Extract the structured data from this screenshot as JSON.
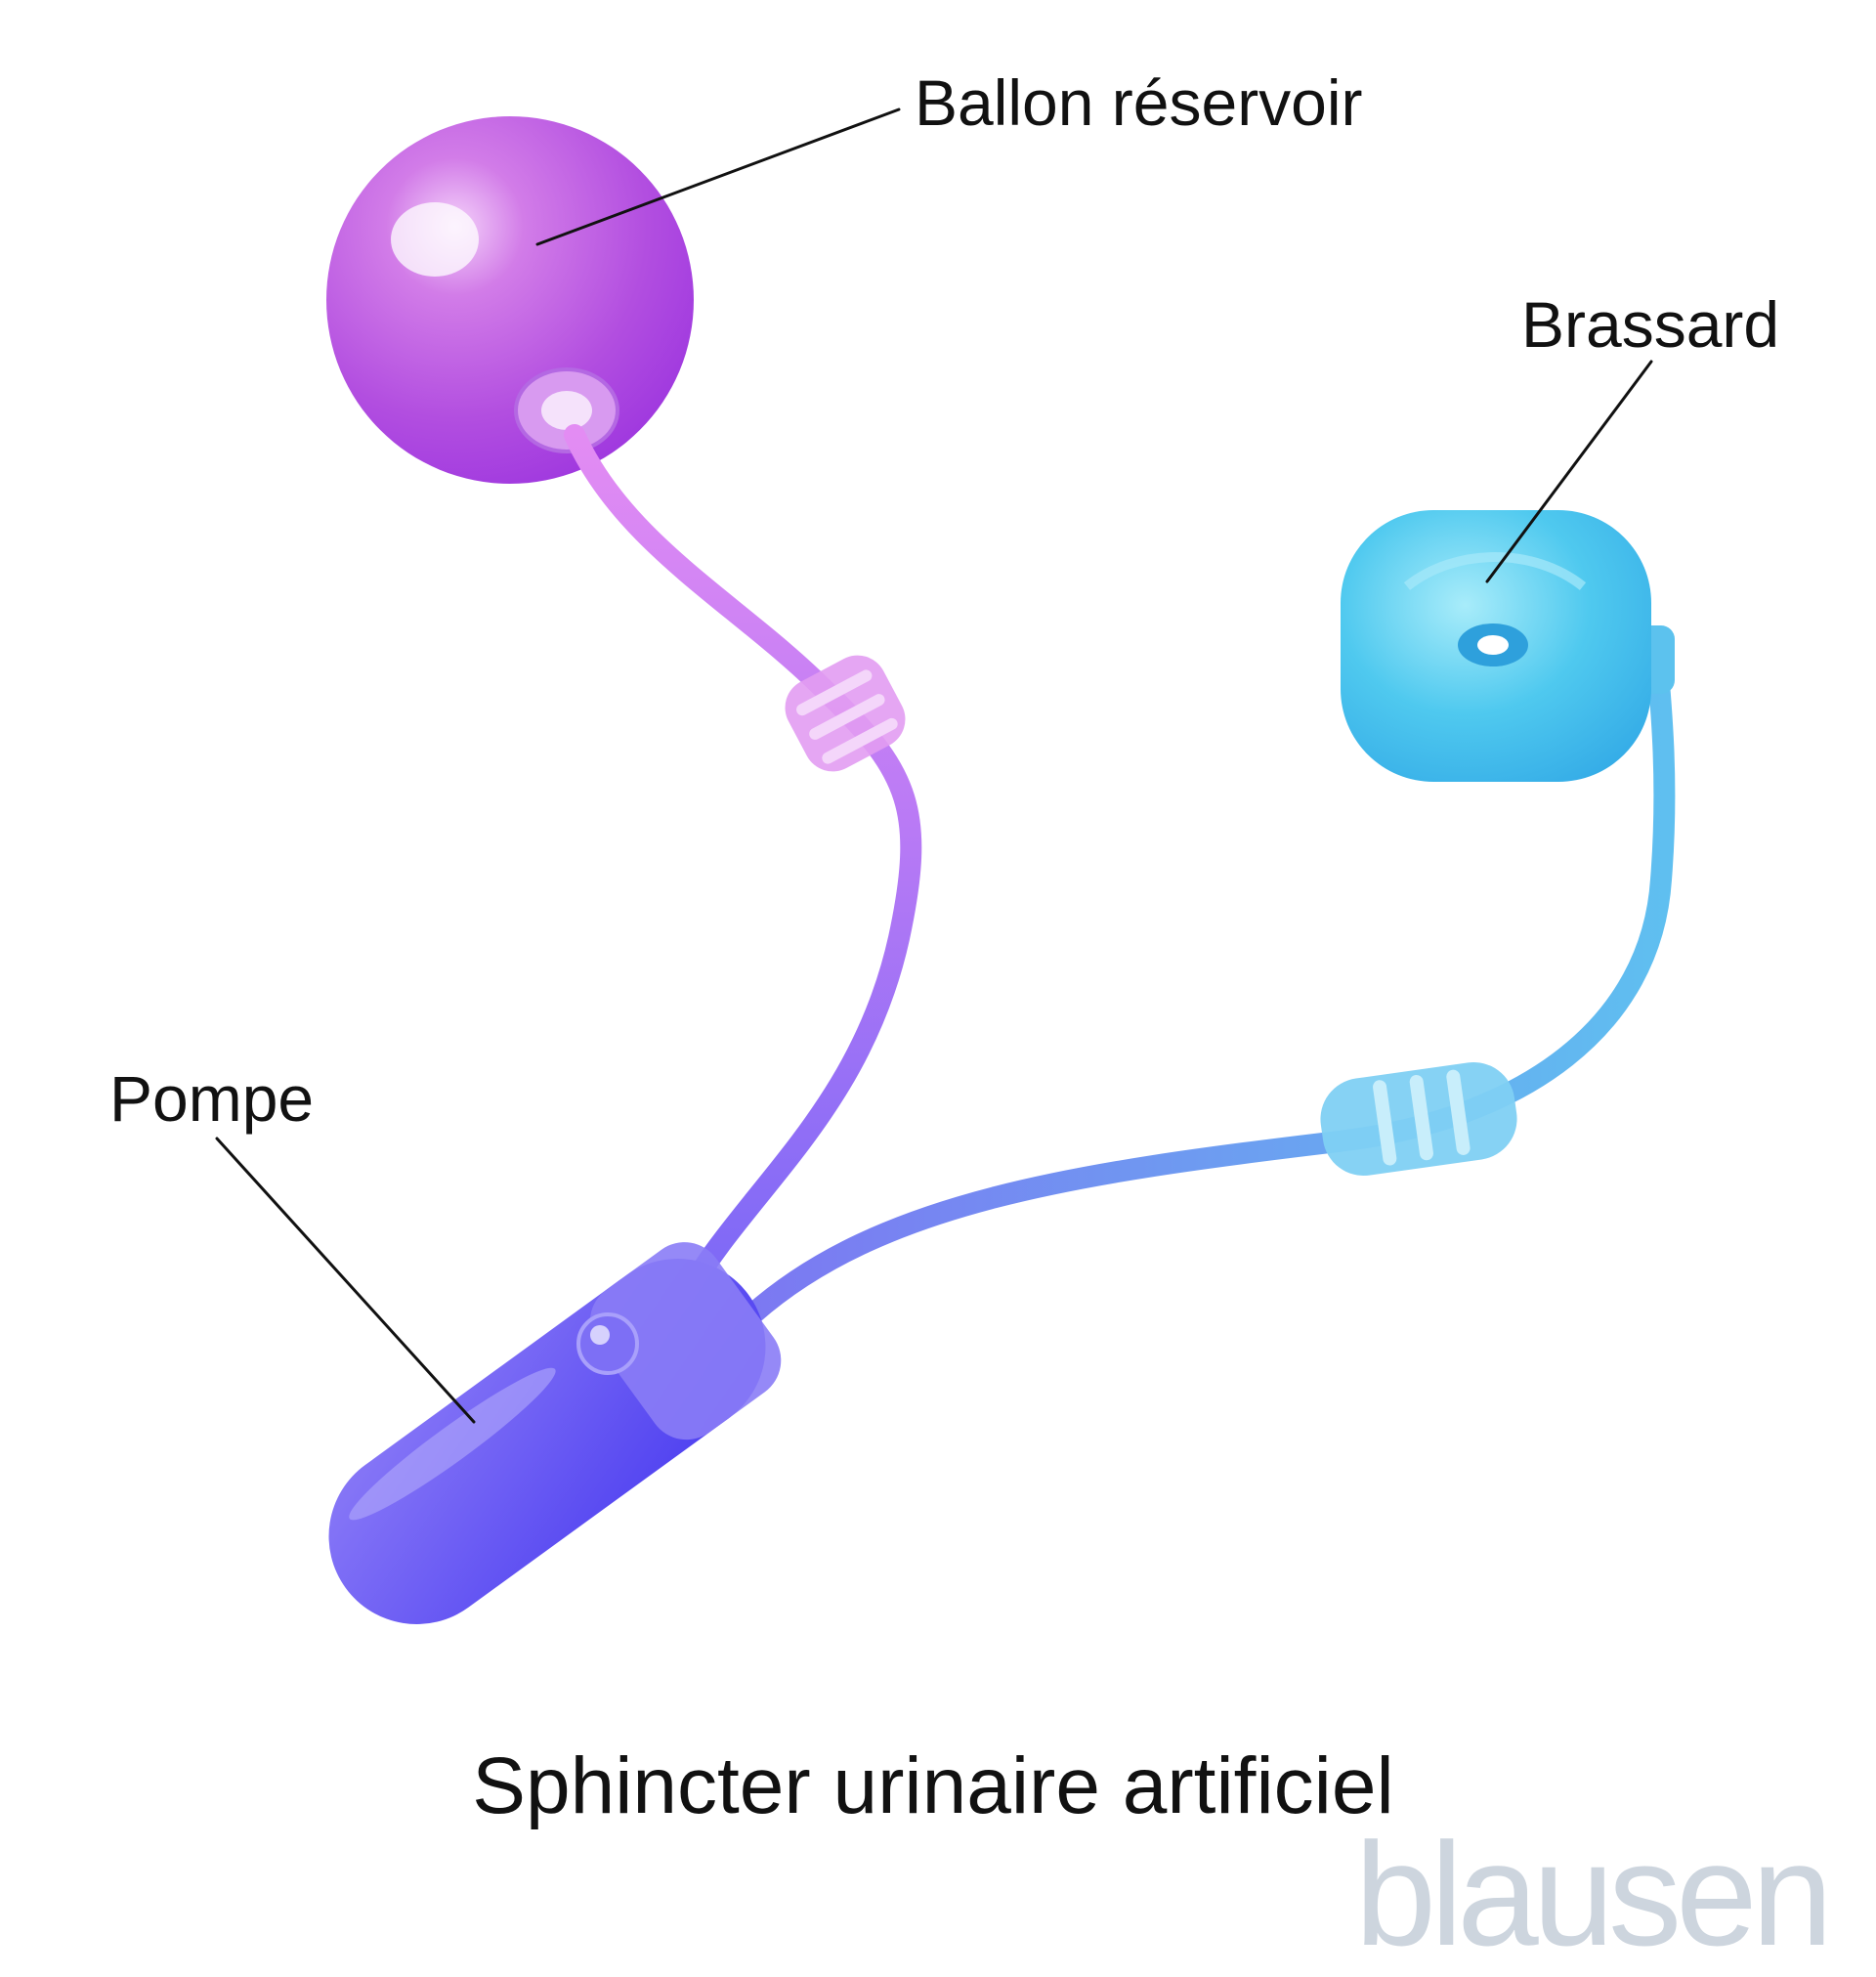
{
  "labels": {
    "reservoir": "Ballon réservoir",
    "cuff": "Brassard",
    "pump": "Pompe"
  },
  "caption": "Sphincter urinaire artificiel",
  "logo": "blausen",
  "colors": {
    "reservoir": "#c23ee8",
    "reservoir_tube": "#d46cf0",
    "pump": "#5a4af5",
    "pump_tube": "#8a6cf5",
    "cuff": "#4ec8ec",
    "cuff_tube": "#63c3ef",
    "text": "#111111",
    "logo": "#cdd5de"
  }
}
